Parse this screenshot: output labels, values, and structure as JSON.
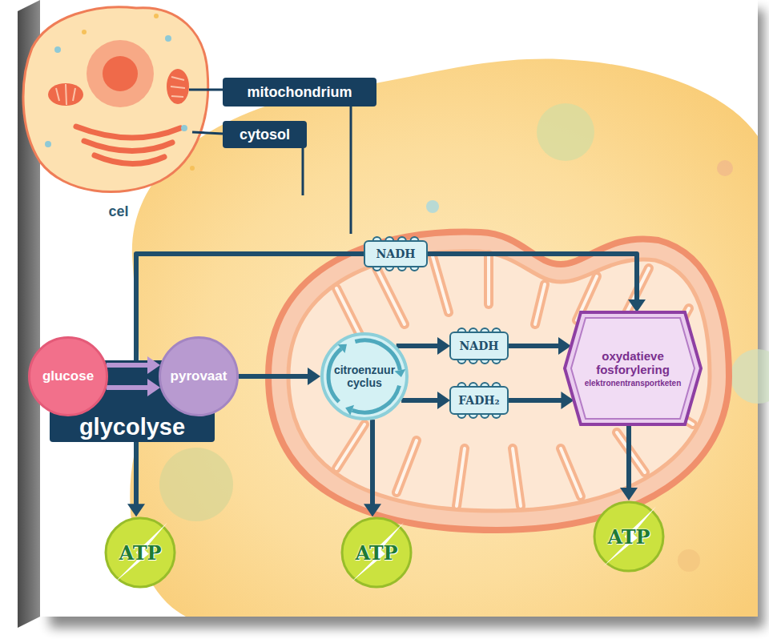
{
  "diagram": {
    "nodes": [
      {
        "text": [
          "mitochondrium"
        ]
      },
      {
        "text": [
          "cytosol"
        ]
      },
      {
        "text": [
          "NADH"
        ]
      },
      {
        "text": [
          "glycolyse"
        ]
      },
      {
        "text": [
          "glucose"
        ],
        "in": 3
      },
      {
        "text": [
          "pyrovaat"
        ],
        "in": 3
      },
      {
        "text": [
          "citroenzuur cyclus"
        ]
      },
      {
        "text": [
          "NADH"
        ]
      },
      {
        "text": [
          "FADH₂"
        ]
      },
      {
        "text": [
          "oxydatieve fosforylering",
          "elektronentransportketen"
        ]
      },
      {
        "text": [
          "ATP"
        ]
      },
      {
        "text": [
          "ATP"
        ]
      },
      {
        "text": [
          "ATP"
        ]
      }
    ],
    "edges": [
      {
        "from": 4,
        "to": 5,
        "arrow": "to"
      },
      {
        "from": 4,
        "to": 5,
        "arrow": "to"
      },
      {
        "from": 5,
        "to": 6,
        "arrow": "to"
      },
      {
        "from": 3,
        "to": 2,
        "arrow": "none"
      },
      {
        "from": 2,
        "to": 9,
        "arrow": "to"
      },
      {
        "from": 6,
        "to": 7,
        "arrow": "to"
      },
      {
        "from": 6,
        "to": 8,
        "arrow": "to"
      },
      {
        "from": 7,
        "to": 9,
        "arrow": "to"
      },
      {
        "from": 8,
        "to": 9,
        "arrow": "to"
      },
      {
        "from": 3,
        "to": 10,
        "arrow": "to"
      },
      {
        "from": 6,
        "to": 11,
        "arrow": "to"
      },
      {
        "from": 9,
        "to": 12,
        "arrow": "to"
      }
    ],
    "labels": [
      "cel"
    ]
  }
}
